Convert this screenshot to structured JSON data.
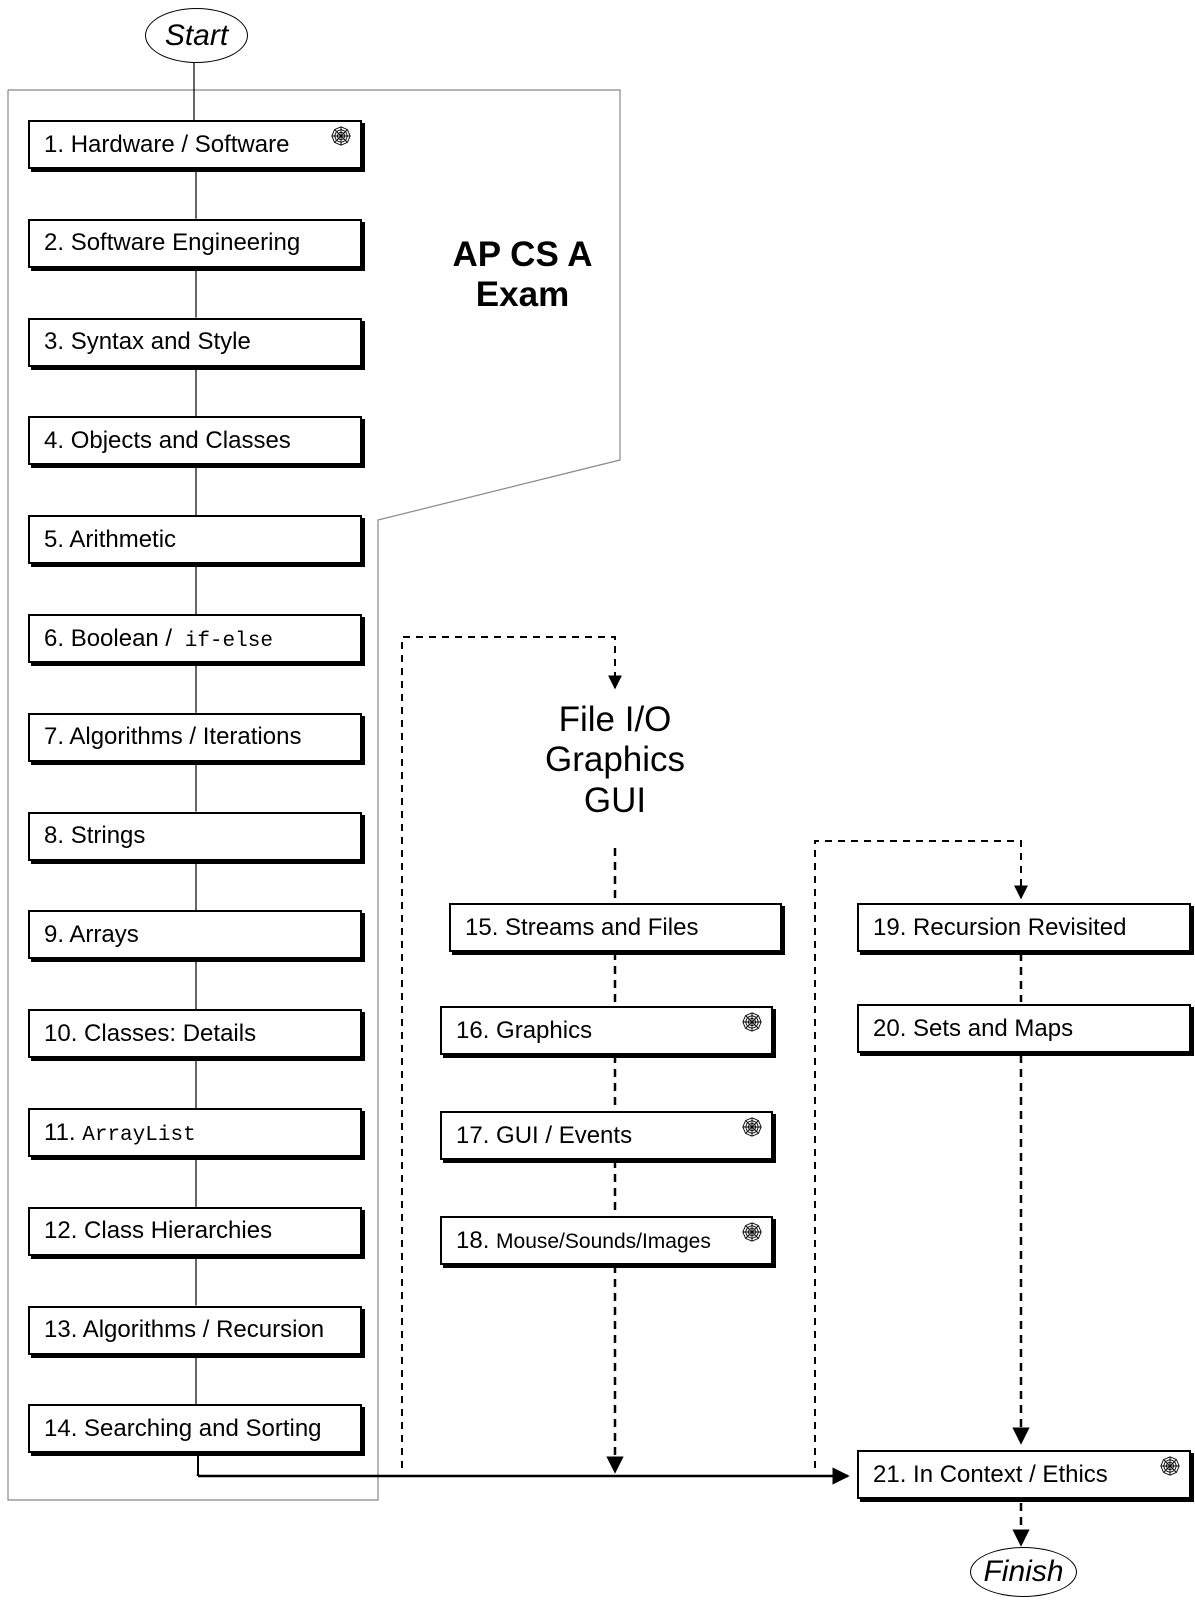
{
  "start_label": "Start",
  "finish_label": "Finish",
  "exam_title": [
    "AP CS A",
    "Exam"
  ],
  "topics_title": [
    "File I/O",
    "Graphics",
    "GUI"
  ],
  "chapters_left": [
    {
      "num": "1.",
      "text": "Hardware / Software",
      "web": true
    },
    {
      "num": "2.",
      "text": "Software Engineering"
    },
    {
      "num": "3.",
      "text": "Syntax and Style"
    },
    {
      "num": "4.",
      "text": "Objects and Classes"
    },
    {
      "num": "5.",
      "text": "Arithmetic"
    },
    {
      "num": "6.",
      "text": "Boolean /",
      "code": "if-else"
    },
    {
      "num": "7.",
      "text": "Algorithms / Iterations"
    },
    {
      "num": "8.",
      "text": "Strings"
    },
    {
      "num": "9.",
      "text": "Arrays"
    },
    {
      "num": "10.",
      "text": "Classes: Details"
    },
    {
      "num": "11.",
      "text": "",
      "code": "ArrayList"
    },
    {
      "num": "12.",
      "text": "Class Hierarchies"
    },
    {
      "num": "13.",
      "text": "Algorithms / Recursion"
    },
    {
      "num": "14.",
      "text": "Searching and Sorting"
    }
  ],
  "chapters_middle": [
    {
      "num": "15.",
      "text": "Streams and Files"
    },
    {
      "num": "16.",
      "text": "Graphics",
      "web": true
    },
    {
      "num": "17.",
      "text": "GUI / Events",
      "web": true
    },
    {
      "num": "18.",
      "text": "Mouse/Sounds/Images",
      "web": true
    }
  ],
  "chapters_right": [
    {
      "num": "19.",
      "text": "Recursion Revisited"
    },
    {
      "num": "20.",
      "text": "Sets and Maps"
    }
  ],
  "chapter_final": {
    "num": "21.",
    "text": "In Context / Ethics",
    "web": true
  },
  "icons": {
    "web": "spider-web-icon"
  }
}
